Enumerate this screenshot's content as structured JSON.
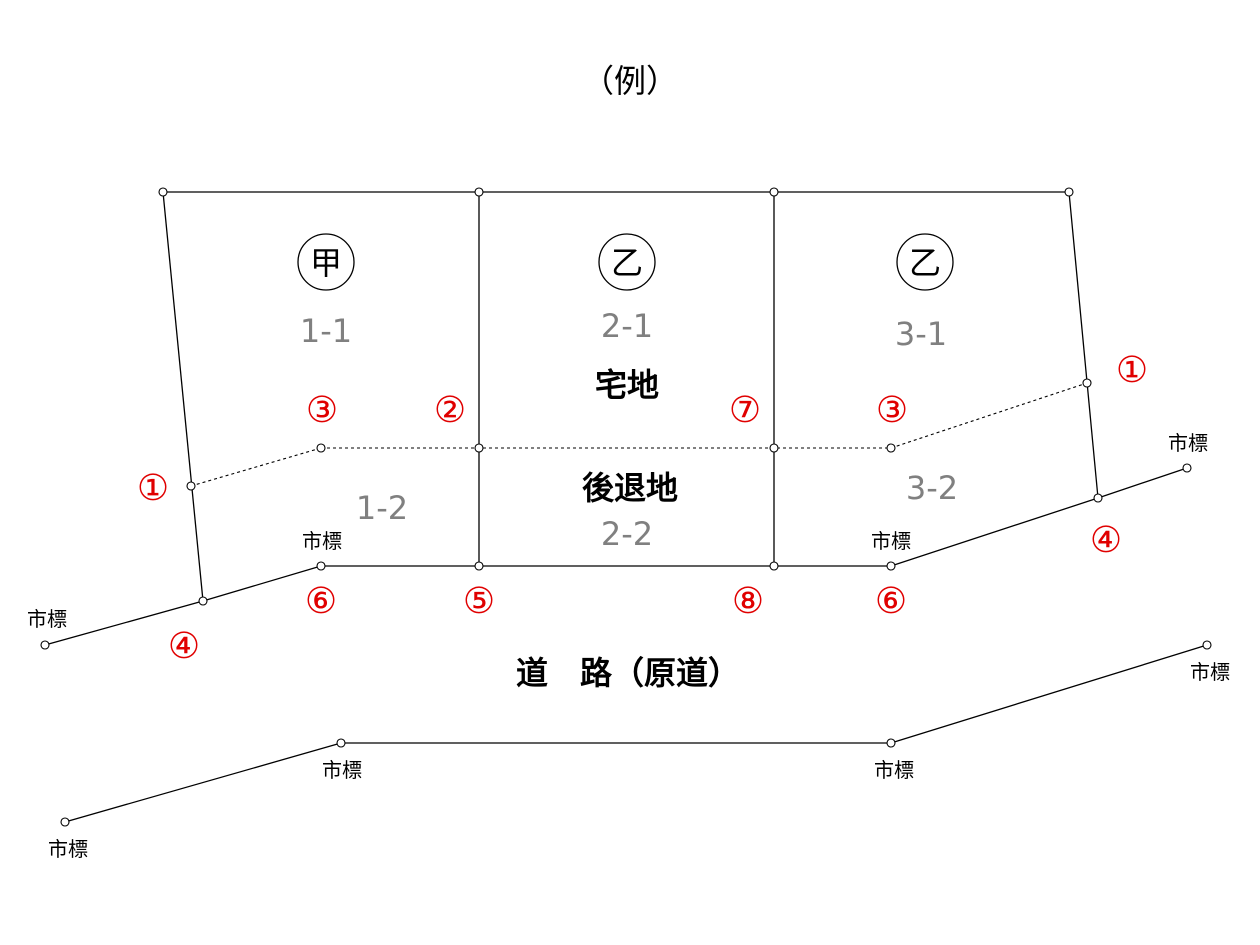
{
  "title": "（例）",
  "road_label": "道　路（原道）",
  "area_labels": {
    "residential": "宅地",
    "setback": "後退地"
  },
  "owners": [
    "甲",
    "乙",
    "乙"
  ],
  "lots": [
    "1-1",
    "2-1",
    "3-1",
    "1-2",
    "2-2",
    "3-2"
  ],
  "markers": {
    "m1": "①",
    "m2": "②",
    "m3": "③",
    "m4": "④",
    "m5": "⑤",
    "m6": "⑥",
    "m7": "⑦",
    "m8": "⑧"
  },
  "benchmark_label": "市標",
  "colors": {
    "marker": "#e00000",
    "lot_text": "#808080",
    "line": "#000000"
  }
}
